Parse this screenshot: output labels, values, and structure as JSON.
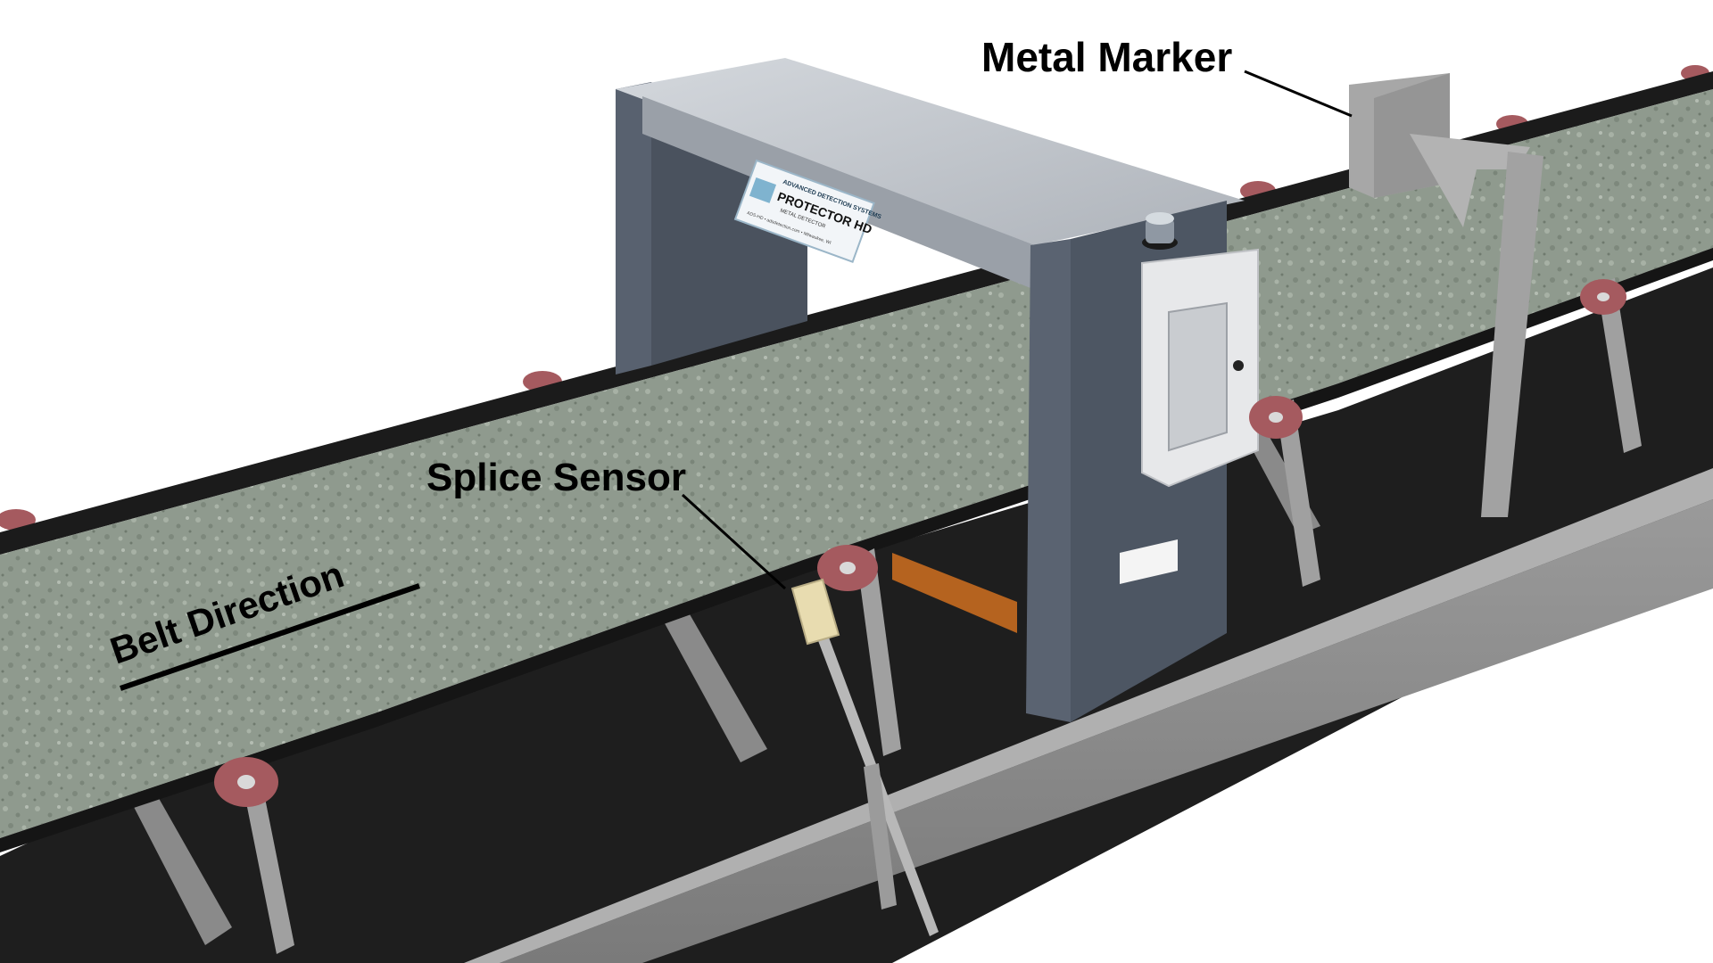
{
  "labels": {
    "metal_marker": "Metal Marker",
    "splice_sensor": "Splice Sensor",
    "belt_direction": "Belt Direction"
  },
  "detector_plate": {
    "brand": "ADVANCED DETECTION SYSTEMS",
    "model": "PROTECTOR HD",
    "subtitle": "METAL DETECTOR",
    "contact": "ADS-HD • adsdetection.com • Milwaukee, WI"
  },
  "colors": {
    "belt_material": "#8f9a8e",
    "belt_edge": "#1b1b1b",
    "frame_rail": "#8d8d8d",
    "detector_housing": "#58616f",
    "detector_top": "#c7cbd1",
    "idler_roll": "#a55a5f",
    "marker_box": "#a7a7a7",
    "control_box": "#e7e8ea",
    "sensor_block": "#e8dcb0"
  }
}
